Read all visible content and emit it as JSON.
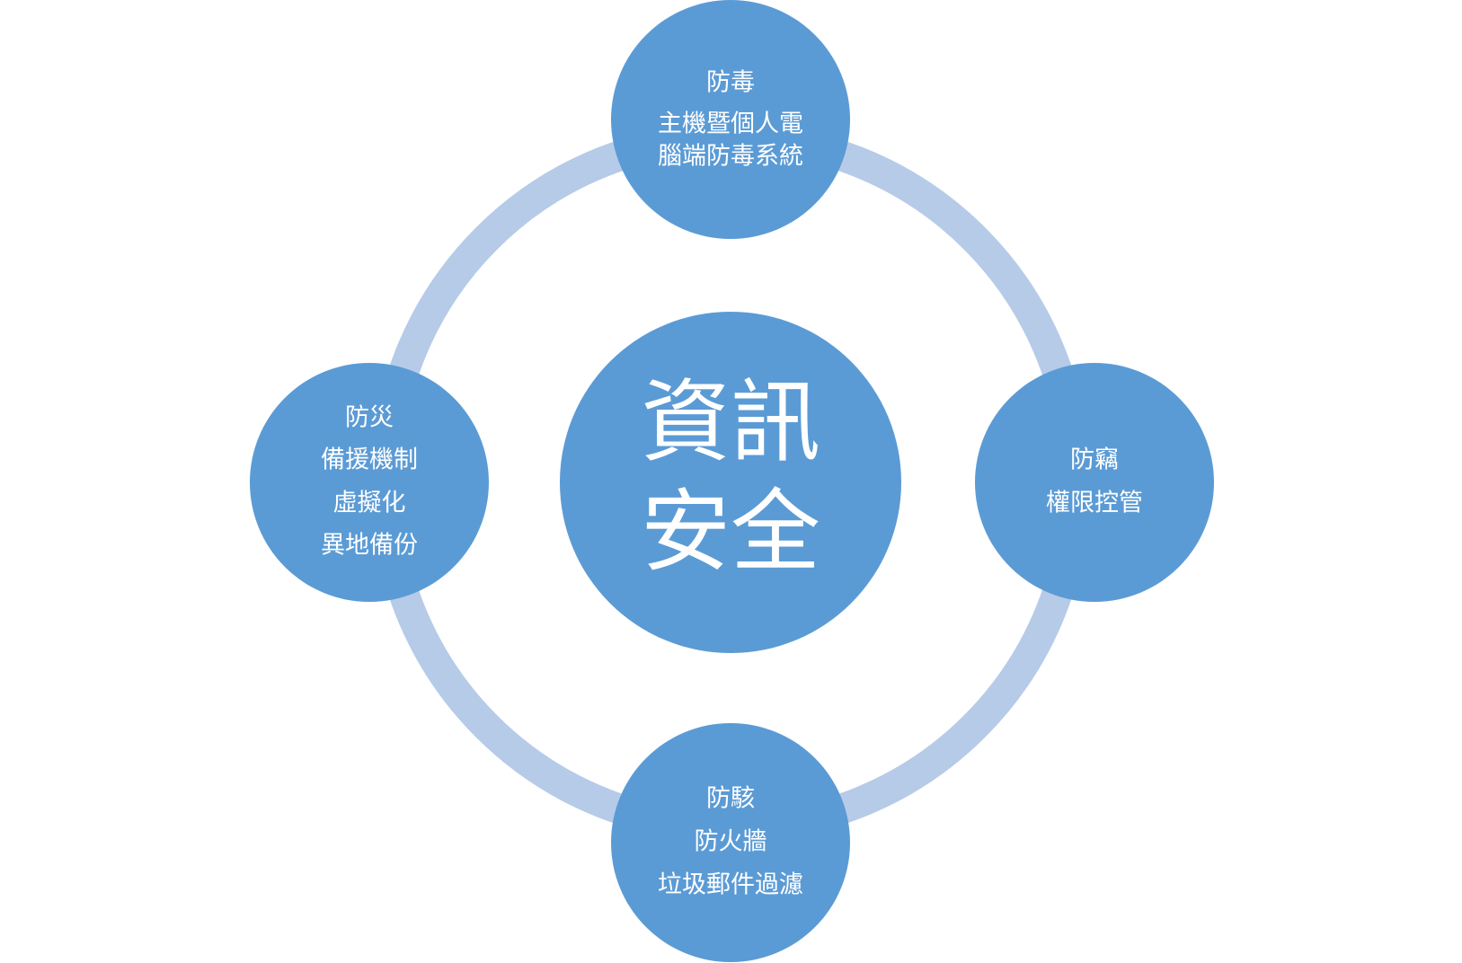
{
  "colors": {
    "ring": "#b6cbe8",
    "node_fill": "#5b9bd5",
    "text": "#ffffff"
  },
  "center": {
    "lines": [
      "資訊",
      "安全"
    ]
  },
  "nodes": [
    {
      "id": "top",
      "lines": [
        "防毒",
        "主機暨個人電",
        "腦端防毒系統"
      ]
    },
    {
      "id": "right",
      "lines": [
        "防竊",
        "權限控管"
      ]
    },
    {
      "id": "bottom",
      "lines": [
        "防駭",
        "防火牆",
        "垃圾郵件過濾"
      ]
    },
    {
      "id": "left",
      "lines": [
        "防災",
        "備援機制",
        "虛擬化",
        "異地備份"
      ]
    }
  ]
}
